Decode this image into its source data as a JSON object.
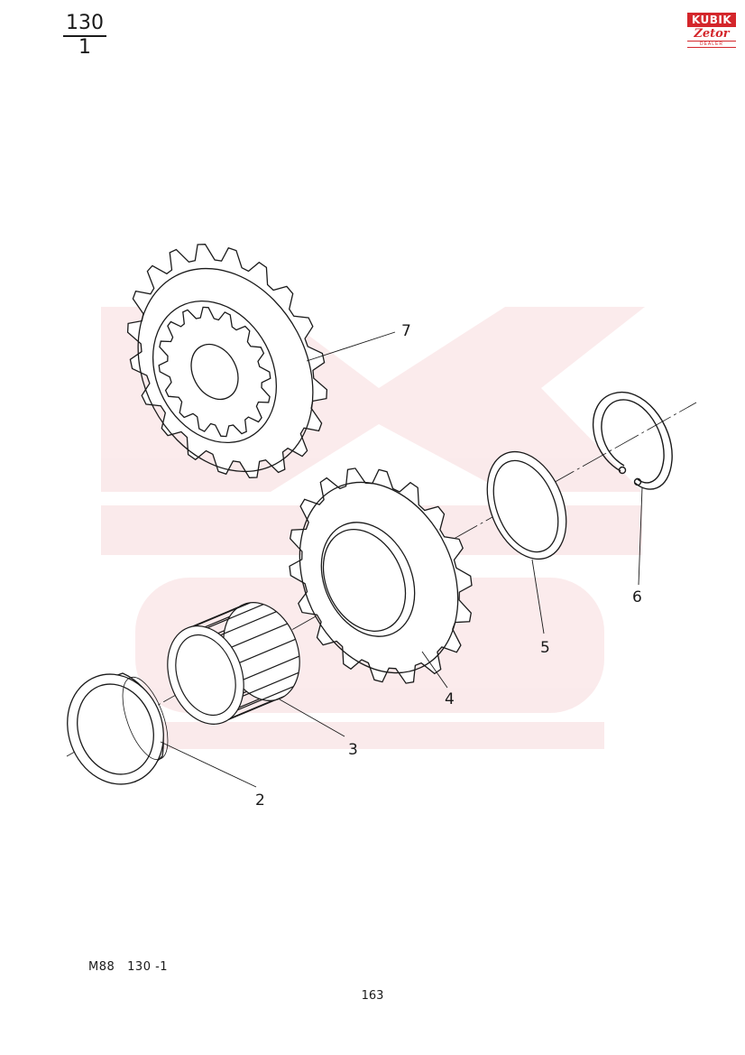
{
  "header": {
    "group_number": "130",
    "sheet_number": "1"
  },
  "logo": {
    "brand": "KUBIK",
    "sub_brand": "Zetor",
    "tagline": "DEALER"
  },
  "callouts": [
    {
      "id": "7",
      "label": "7"
    },
    {
      "id": "4",
      "label": "4"
    },
    {
      "id": "5",
      "label": "5"
    },
    {
      "id": "6",
      "label": "6"
    },
    {
      "id": "3",
      "label": "3"
    },
    {
      "id": "2",
      "label": "2"
    }
  ],
  "footer": {
    "code": "M88   130 -1",
    "page_number": "163"
  },
  "colors": {
    "ink": "#1a1a1a",
    "brand_red": "#d4262b"
  }
}
